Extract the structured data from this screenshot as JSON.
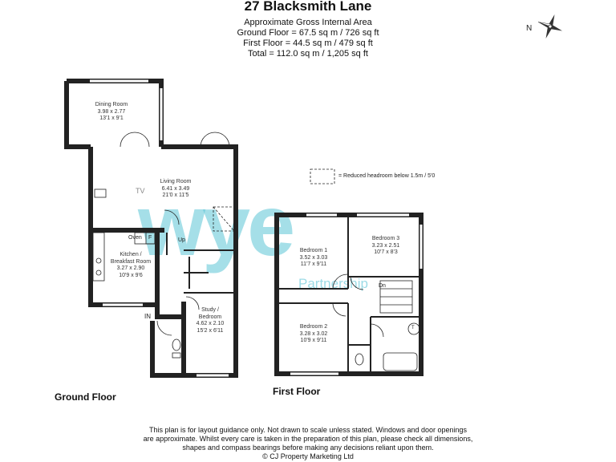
{
  "header": {
    "title": "27 Blacksmith Lane",
    "area_heading": "Approximate Gross Internal Area",
    "ground_floor_area": "Ground Floor = 67.5 sq m / 726 sq ft",
    "first_floor_area": "First Floor = 44.5 sq m / 479 sq ft",
    "total_area": "Total = 112.0 sq m / 1,205 sq ft"
  },
  "compass": {
    "label": "N"
  },
  "legend": {
    "text": "= Reduced headroom below 1.5m / 5'0"
  },
  "watermark": {
    "logo": "wye",
    "sub": "Partnership",
    "color": "#5bc4d6"
  },
  "ground_floor": {
    "label": "Ground Floor",
    "rooms": [
      {
        "name": "Dining Room",
        "metric": "3.98 x 2.77",
        "imperial": "13'1 x 9'1"
      },
      {
        "name": "Living Room",
        "metric": "6.41 x 3.49",
        "imperial": "21'0 x 11'5"
      },
      {
        "name": "Kitchen /",
        "name2": "Breakfast Room",
        "metric": "3.27 x 2.90",
        "imperial": "10'9 x 9'6"
      },
      {
        "name": "Study /",
        "name2": "Bedroom",
        "metric": "4.62 x 2.10",
        "imperial": "15'2 x 6'11"
      }
    ],
    "tags": {
      "oven": "Oven",
      "fridge": "F",
      "up": "Up",
      "entrance": "IN",
      "tv": "TV"
    }
  },
  "first_floor": {
    "label": "First Floor",
    "rooms": [
      {
        "name": "Bedroom 1",
        "metric": "3.52 x 3.03",
        "imperial": "11'7 x 9'11"
      },
      {
        "name": "Bedroom 3",
        "metric": "3.23 x 2.51",
        "imperial": "10'7 x 8'3"
      },
      {
        "name": "Bedroom 2",
        "metric": "3.28 x 3.02",
        "imperial": "10'9 x 9'11"
      }
    ],
    "tags": {
      "down": "Dn",
      "tank": "T"
    }
  },
  "disclaimer": {
    "line1": "This plan is for layout guidance only. Not drawn to scale unless stated. Windows and door openings",
    "line2": "are approximate. Whilst every care is taken in the preparation of this plan, please check all dimensions,",
    "line3": "shapes and compass bearings before making any decisions reliant upon them.",
    "copyright": "© CJ Property Marketing Ltd"
  }
}
